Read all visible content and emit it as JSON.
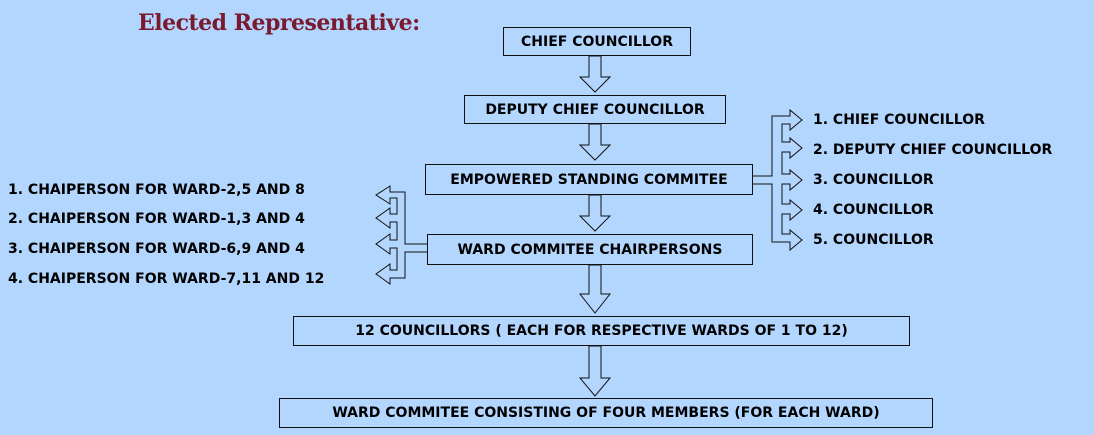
{
  "title": "Elected Representative:",
  "colors": {
    "background": "#b3d6ff",
    "title": "#7a1a2e",
    "line": "#111111"
  },
  "nodes": {
    "chief": "CHIEF COUNCILLOR",
    "deputy": "DEPUTY CHIEF COUNCILLOR",
    "standing": "EMPOWERED STANDING COMMITEE",
    "ward_chair": "WARD COMMITEE CHAIRPERSONS",
    "councillors": "12 COUNCILLORS  ( EACH FOR RESPECTIVE WARDS OF 1 TO 12)",
    "ward_committee": "WARD COMMITEE CONSISTING OF FOUR MEMBERS (FOR EACH WARD)"
  },
  "standing_members": [
    "1. CHIEF COUNCILLOR",
    "2. DEPUTY CHIEF COUNCILLOR",
    "3. COUNCILLOR",
    "4. COUNCILLOR",
    "5. COUNCILLOR"
  ],
  "chairpersons": [
    "1. CHAIPERSON FOR WARD-2,5 AND 8",
    "2. CHAIPERSON FOR WARD-1,3 AND 4",
    "3. CHAIPERSON FOR WARD-6,9 AND 4",
    "4. CHAIPERSON FOR WARD-7,11 AND 12"
  ]
}
